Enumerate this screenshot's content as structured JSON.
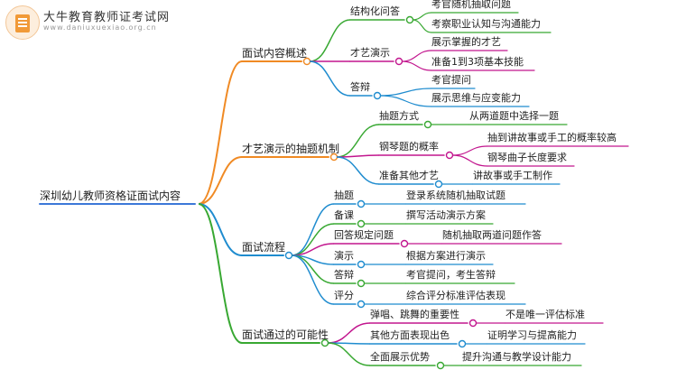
{
  "logo": {
    "title": "大牛教育教师证考试网",
    "url": "www.daniuxuexiao.org.cn"
  },
  "colors": {
    "root": "#3c78d8",
    "branch_1": "#f08a24",
    "branch_1_children": [
      "#38a832",
      "#c2168e",
      "#1f8ccf"
    ],
    "branch_2": "#f08a24",
    "branch_2_children": [
      "#38a832",
      "#c2168e",
      "#1f8ccf"
    ],
    "branch_3": "#1f8ccf",
    "branch_3_children": [
      "#1f8ccf",
      "#38a832",
      "#c2168e",
      "#1f8ccf",
      "#38a832",
      "#1f8ccf"
    ],
    "branch_4": "#38a832",
    "branch_4_children": [
      "#c2168e",
      "#1f8ccf",
      "#38a832"
    ]
  },
  "mindmap": {
    "root": "深圳幼儿教师资格证面试内容",
    "branches": [
      {
        "label": "面试内容概述",
        "children": [
          {
            "label": "结构化问答",
            "children": [
              "考官随机抽取问题",
              "考察职业认知与沟通能力"
            ]
          },
          {
            "label": "才艺演示",
            "children": [
              "展示掌握的才艺",
              "准备1到3项基本技能"
            ]
          },
          {
            "label": "答辩",
            "children": [
              "考官提问",
              "展示思维与应变能力"
            ]
          }
        ]
      },
      {
        "label": "才艺演示的抽题机制",
        "children": [
          {
            "label": "抽题方式",
            "children": [
              "从两道题中选择一题"
            ]
          },
          {
            "label": "钢琴题的概率",
            "children": [
              "抽到讲故事或手工的概率较高",
              "钢琴曲子长度要求"
            ]
          },
          {
            "label": "准备其他才艺",
            "children": [
              "讲故事或手工制作"
            ]
          }
        ]
      },
      {
        "label": "面试流程",
        "children": [
          {
            "label": "抽题",
            "children": [
              "登录系统随机抽取试题"
            ]
          },
          {
            "label": "备课",
            "children": [
              "撰写活动演示方案"
            ]
          },
          {
            "label": "回答规定问题",
            "children": [
              "随机抽取两道问题作答"
            ]
          },
          {
            "label": "演示",
            "children": [
              "根据方案进行演示"
            ]
          },
          {
            "label": "答辩",
            "children": [
              "考官提问，考生答辩"
            ]
          },
          {
            "label": "评分",
            "children": [
              "综合评分标准评估表现"
            ]
          }
        ]
      },
      {
        "label": "面试通过的可能性",
        "children": [
          {
            "label": "弹唱、跳舞的重要性",
            "children": [
              "不是唯一评估标准"
            ]
          },
          {
            "label": "其他方面表现出色",
            "children": [
              "证明学习与提高能力"
            ]
          },
          {
            "label": "全面展示优势",
            "children": [
              "提升沟通与教学设计能力"
            ]
          }
        ]
      }
    ]
  }
}
